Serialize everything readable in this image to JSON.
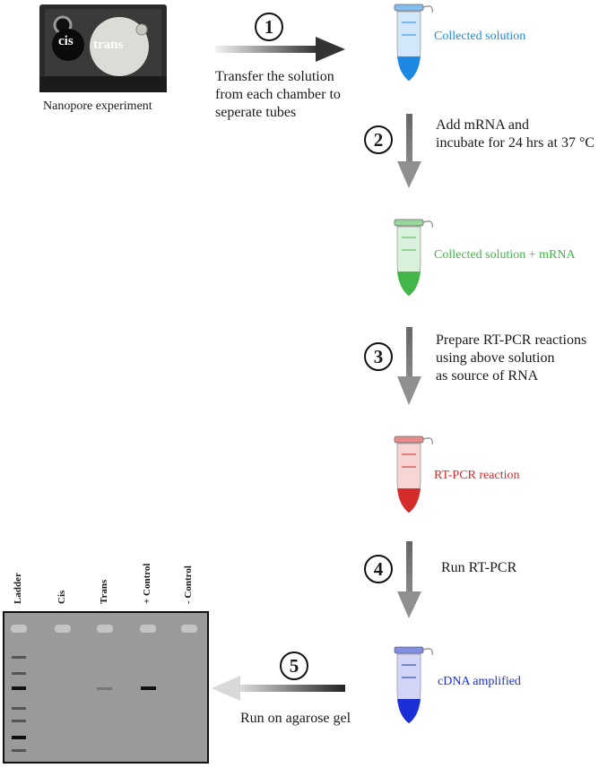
{
  "nanopore": {
    "caption": "Nanopore experiment",
    "cis_label": "cis",
    "trans_label": "trans"
  },
  "steps": [
    {
      "number": "1",
      "text": "Transfer the solution\nfrom each chamber to\nseperate tubes"
    },
    {
      "number": "2",
      "text": "Add mRNA and\nincubate for 24 hrs at 37 °C"
    },
    {
      "number": "3",
      "text": "Prepare RT-PCR reactions\nusing above solution\nas source of RNA"
    },
    {
      "number": "4",
      "text": "Run RT-PCR"
    },
    {
      "number": "5",
      "text": "Run on agarose gel"
    }
  ],
  "tubes": [
    {
      "label": "Collected solution",
      "color": "#1e88e5"
    },
    {
      "label": "Collected solution + mRNA",
      "color": "#43b649"
    },
    {
      "label": "RT-PCR reaction",
      "color": "#d62b2b"
    },
    {
      "label": "cDNA amplified",
      "color": "#1c2fd6"
    }
  ],
  "gel": {
    "lanes": [
      "Ladder",
      "Cis",
      "Trans",
      "+ Control",
      "- Control"
    ],
    "background": "#9a9a9a"
  }
}
